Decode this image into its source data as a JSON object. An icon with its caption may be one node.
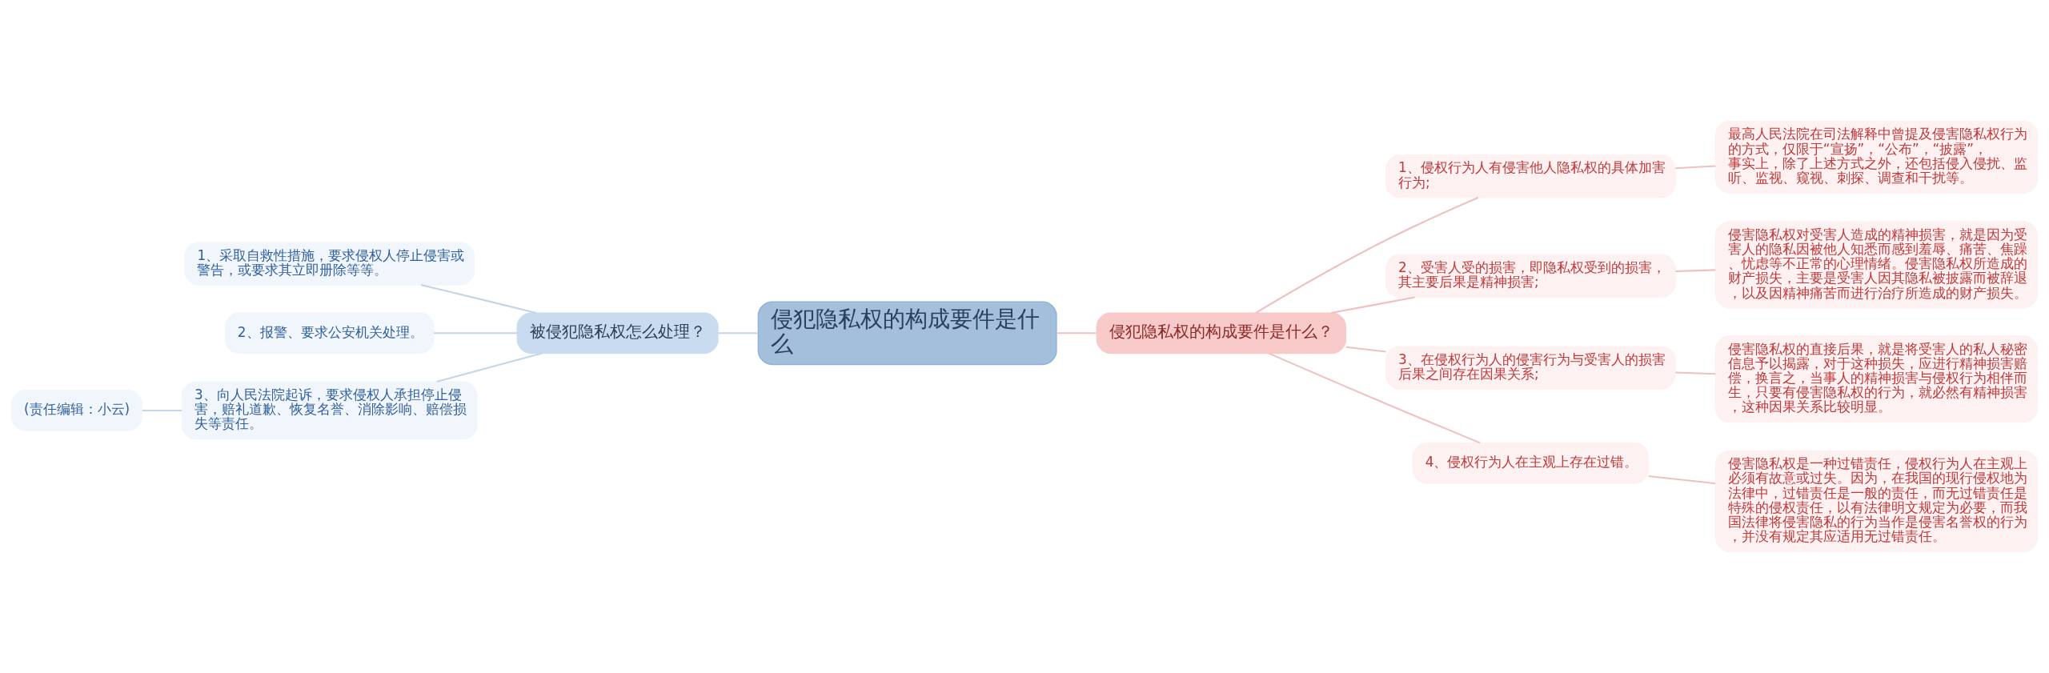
{
  "diagram": {
    "nodes": [
      {
        "text": [
          "侵犯隐私权的构成要件是什么"
        ]
      },
      {
        "text": [
          "被侵犯隐私权怎么处理？"
        ]
      },
      {
        "text": [
          "1、采取自救性措施，要求侵权人停止侵害或警告，或要求其立即册除等等。"
        ]
      },
      {
        "text": [
          "2、报警、要求公安机关处理。"
        ]
      },
      {
        "text": [
          "3、向人民法院起诉，要求侵权人承担停止侵害，赔礼道歉、恢复名誉、消除影响、赔偿损失等责任。"
        ]
      },
      {
        "text": [
          "(责任编辑：小云)"
        ]
      },
      {
        "text": [
          "侵犯隐私权的构成要件是什么？"
        ]
      },
      {
        "text": [
          "1、侵权行为人有侵害他人隐私权的具体加害行为;"
        ]
      },
      {
        "text": [
          "最高人民法院在司法解释中曾提及侵害隐私权行为的方式，仅限于“宣扬”，“公布”，“披露”，事实上，除了上述方式之外，还包括侵入侵扰、监听、监视、窥视、刺探、调查和干扰等。"
        ]
      },
      {
        "text": [
          "2、受害人受的损害，即隐私权受到的损害，其主要后果是精神损害;"
        ]
      },
      {
        "text": [
          "侵害隐私权对受害人造成的精神损害，就是因为受害人的隐私因被他人知悉而感到羞辱、痛苦、焦躁、忧虑等不正常的心理情绪。侵害隐私权所造成的财产损失，主要是受害人因其隐私被披露而被辞退，以及因精神痛苦而进行治疗所造成的财产损失。"
        ]
      },
      {
        "text": [
          "3、在侵权行为人的侵害行为与受害人的损害后果之间存在因果关系;"
        ]
      },
      {
        "text": [
          "侵害隐私权的直接后果，就是将受害人的私人秘密信息予以揭露，对于这种损失，应进行精神损害赔偿，换言之，当事人的精神损害与侵权行为相伴而生，只要有侵害隐私权的行为，就必然有精神损害，这种因果关系比较明显。"
        ]
      },
      {
        "text": [
          "4、侵权行为人在主观上存在过错。"
        ]
      },
      {
        "text": [
          "侵害隐私权是一种过错责任，侵权行为人在主观上必须有故意或过失。因为，在我国的现行侵权地为法律中，过错责任是一般的责任，而无过错责任是特殊的侵权责任，以有法律明文规定为必要，而我国法律将侵害隐私的行为当作是侵害名誉权的行为，并没有规定其应适用无过错责任。"
        ]
      }
    ],
    "edges": [
      {
        "from": 0,
        "to": 1,
        "arrow": "none"
      },
      {
        "from": 1,
        "to": 2,
        "arrow": "none"
      },
      {
        "from": 1,
        "to": 3,
        "arrow": "none"
      },
      {
        "from": 1,
        "to": 4,
        "arrow": "none"
      },
      {
        "from": 4,
        "to": 5,
        "arrow": "none"
      },
      {
        "from": 0,
        "to": 6,
        "arrow": "none"
      },
      {
        "from": 6,
        "to": 7,
        "arrow": "none"
      },
      {
        "from": 7,
        "to": 8,
        "arrow": "none"
      },
      {
        "from": 6,
        "to": 9,
        "arrow": "none"
      },
      {
        "from": 9,
        "to": 10,
        "arrow": "none"
      },
      {
        "from": 6,
        "to": 11,
        "arrow": "none"
      },
      {
        "from": 11,
        "to": 12,
        "arrow": "none"
      },
      {
        "from": 6,
        "to": 13,
        "arrow": "none"
      },
      {
        "from": 13,
        "to": 14,
        "arrow": "none"
      }
    ]
  }
}
